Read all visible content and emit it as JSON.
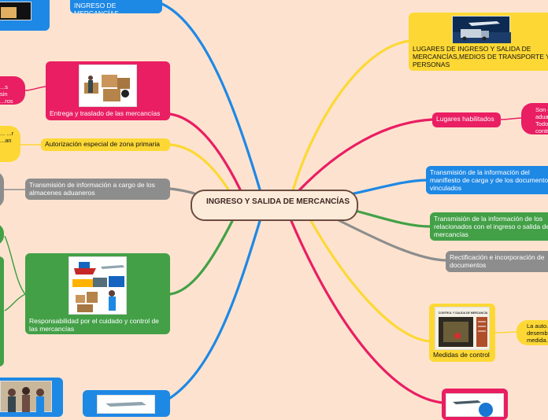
{
  "center": {
    "title": "INGRESO Y SALIDA DE MERCANCÍAS"
  },
  "left": {
    "top_topic": "INGRESO DE MERCANCÍAS",
    "entrega": "Entrega y traslado de las mercancías",
    "entrega_sub": "...s sin ...ros ...s.",
    "autorizacion": "Autorización especial de zona primaria",
    "autorizacion_sub": "... ...r ...an",
    "transmision": "Transmisión de información a cargo de los almacenes aduaneros",
    "responsabilidad": "Responsabilidad por el cuidado y control de las mercancías"
  },
  "right": {
    "lugares_ingreso": "LUGARES DE INGRESO Y SALIDA DE MERCANCÍAS,MEDIOS DE TRANSPORTE Y PERSONAS",
    "lugares_habilitados": "Lugares habilitados",
    "lugares_sub": "Son e... adua... Todo... contr...",
    "transmision_manifiesto": "Transmisión de la información del manifiesto de carga y de los documentos vinculados",
    "transmision_relacionados": "Transmisión de la información de los relacionados con el ingreso o salida de mercancías",
    "rectificacion": "Rectificación e incorporación de documentos",
    "medidas": "Medidas de control",
    "medidas_sub": "La auto... desemb... medida...",
    "medidas_pic_title": "CONTROL Y SALIDA DE MERCANCÍA"
  },
  "colors": {
    "background": "#fde3cf",
    "yellow": "#fdd835",
    "blue": "#1e88e5",
    "pink": "#e91e63",
    "green": "#43a047",
    "gray": "#8d8d8d",
    "center_border": "#6d4c41"
  }
}
